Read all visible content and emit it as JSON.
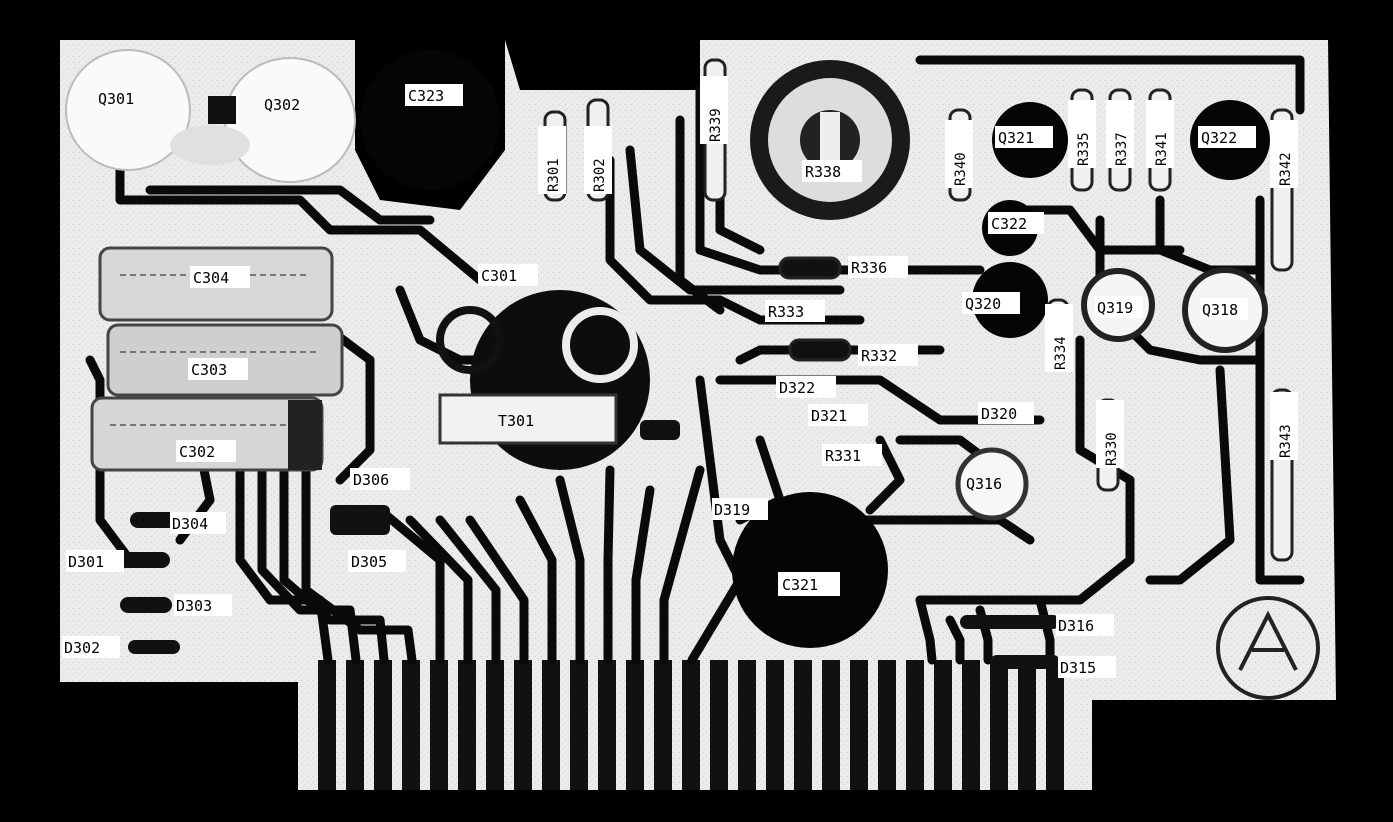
{
  "colors": {
    "frame": "#000000",
    "board": "#eeeeee",
    "trace": "#0a0a0a",
    "label_bg": "#ffffff",
    "label_fg": "#000000"
  },
  "labels": {
    "q301": "Q301",
    "q302": "Q302",
    "c323": "C323",
    "r301": "R301",
    "r302": "R302",
    "r339": "R339",
    "r338": "R338",
    "r340": "R340",
    "q321": "Q321",
    "r335": "R335",
    "r337": "R337",
    "r341": "R341",
    "q322": "Q322",
    "r342": "R342",
    "c322": "C322",
    "c304": "C304",
    "c301": "C301",
    "r336": "R336",
    "r333": "R333",
    "q320": "Q320",
    "r334": "R334",
    "q319": "Q319",
    "q318": "Q318",
    "c303": "C303",
    "r332": "R332",
    "d322": "D322",
    "t301": "T301",
    "d321": "D321",
    "d320": "D320",
    "r330": "R330",
    "r343": "R343",
    "c302": "C302",
    "r331": "R331",
    "d306": "D306",
    "q316": "Q316",
    "d304": "D304",
    "d319": "D319",
    "d301": "D301",
    "d305": "D305",
    "c321": "C321",
    "d303": "D303",
    "d316": "D316",
    "d302": "D302",
    "d315": "D315"
  }
}
